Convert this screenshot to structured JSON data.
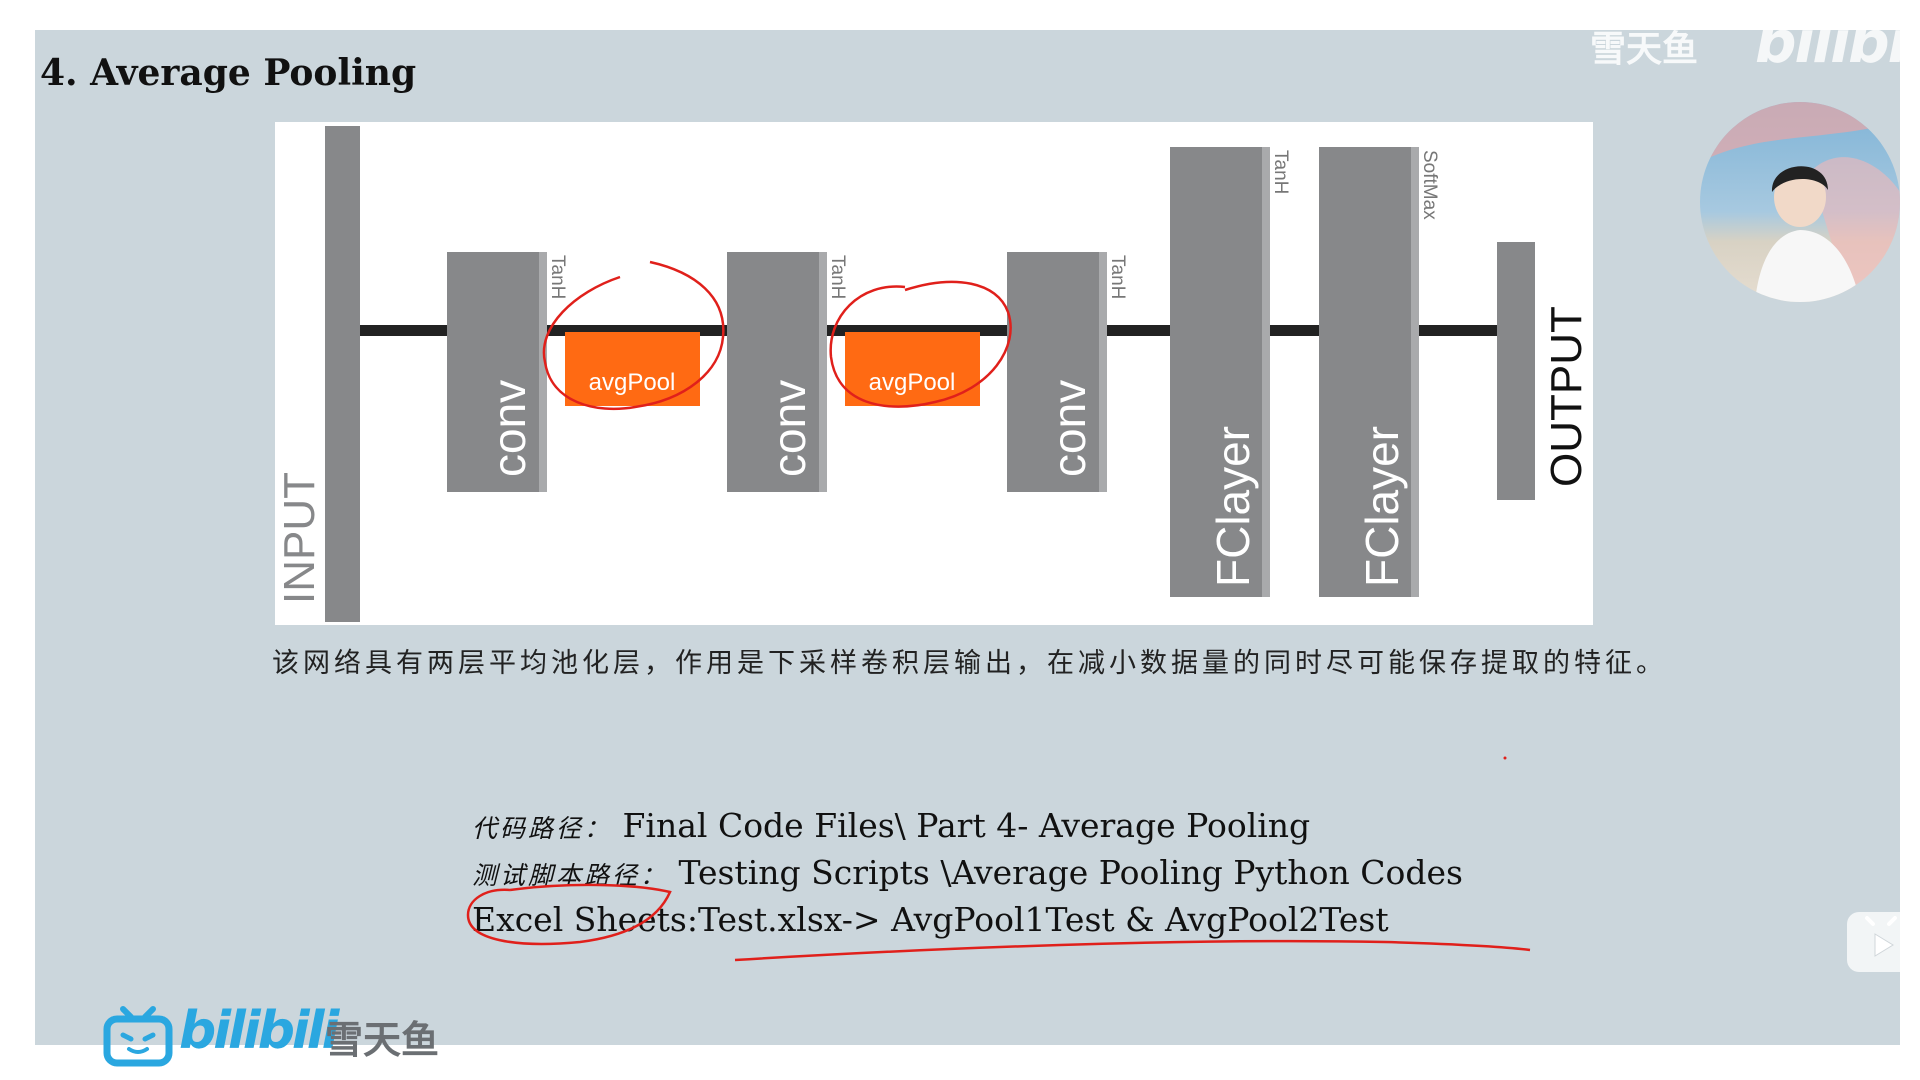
{
  "slide": {
    "title": "4. Average Pooling",
    "description": "该网络具有两层平均池化层，作用是下采样卷积层输出，在减小数据量的同时尽可能保存提取的特征。",
    "code_path": {
      "label": "代码路径：",
      "value": "Final Code Files\\ Part 4- Average Pooling"
    },
    "test_script_path": {
      "label": "测试脚本路径：",
      "value": "Testing Scripts \\Average Pooling Python Codes"
    },
    "excel_sheets": "Excel Sheets:Test.xlsx-> AvgPool1Test & AvgPool2Test"
  },
  "diagram": {
    "input_label": "INPUT",
    "output_label": "OUTPUT",
    "conv_label": "conv",
    "pool_label": "avgPool",
    "fc_label": "FClayer",
    "tanh_label": "TanH",
    "softmax_label": "SoftMax",
    "colors": {
      "layer": "#87888a",
      "layer_edge": "#a9aaac",
      "pool": "#ff6a13",
      "line": "#222222",
      "annotation": "#e0201b"
    }
  },
  "watermark": {
    "channel_name": "雪天鱼",
    "brand": "bilibili"
  },
  "logo": {
    "brand": "bilibili",
    "channel_name": "雪天鱼",
    "icon": "tv-icon"
  },
  "player": {
    "play_icon": "play-icon"
  }
}
